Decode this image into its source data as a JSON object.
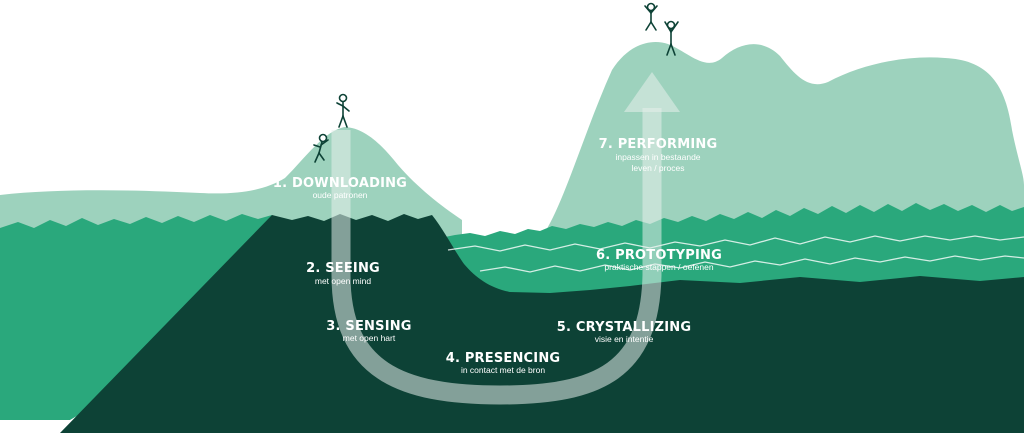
{
  "colors": {
    "light_mint": "#9dd2bd",
    "mid_green": "#2aa87c",
    "dark_green": "#0d4236",
    "arrow": "#e6eeeb",
    "figure_stroke": "#0d4236"
  },
  "icons": [
    "person-standing-icon",
    "person-climbing-icon",
    "person-jumping-icon",
    "person-cheering-icon"
  ],
  "stages": [
    {
      "title": "1. DOWNLOADING",
      "subtitle": "oude patronen"
    },
    {
      "title": "2. SEEING",
      "subtitle": "met open mind"
    },
    {
      "title": "3. SENSING",
      "subtitle": "met open hart"
    },
    {
      "title": "4. PRESENCING",
      "subtitle": "in contact met de bron"
    },
    {
      "title": "5. CRYSTALLIZING",
      "subtitle": "visie en intentie"
    },
    {
      "title": "6. PROTOTYPING",
      "subtitle": "praktische stappen / oefenen"
    },
    {
      "title": "7. PERFORMING",
      "subtitle_lines": [
        "inpassen in bestaande",
        "leven / proces"
      ]
    }
  ]
}
